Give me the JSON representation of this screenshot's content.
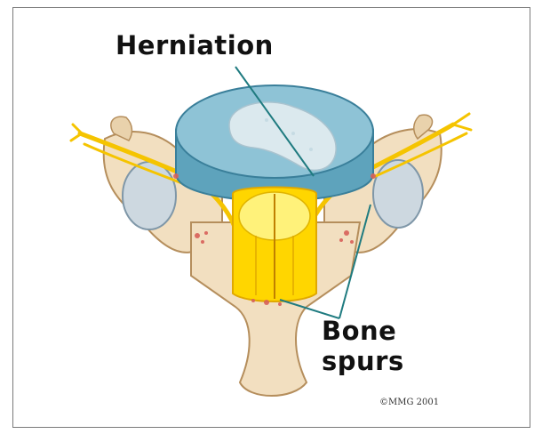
{
  "labels": {
    "herniation": "Herniation",
    "bone_line1": "Bone",
    "bone_line2": "spurs"
  },
  "copyright": "©MMG 2001",
  "colors": {
    "bone": "#f2dfc0",
    "bone_shade": "#d9bf95",
    "disc": "#6fb0c7",
    "disc_edge": "#3a7f9a",
    "nucleus": "#dbe9ee",
    "nerve": "#f5c400",
    "spinal_cord": "#fff27a",
    "spur": "#d8605a",
    "leader_line": "#1f7b80"
  }
}
